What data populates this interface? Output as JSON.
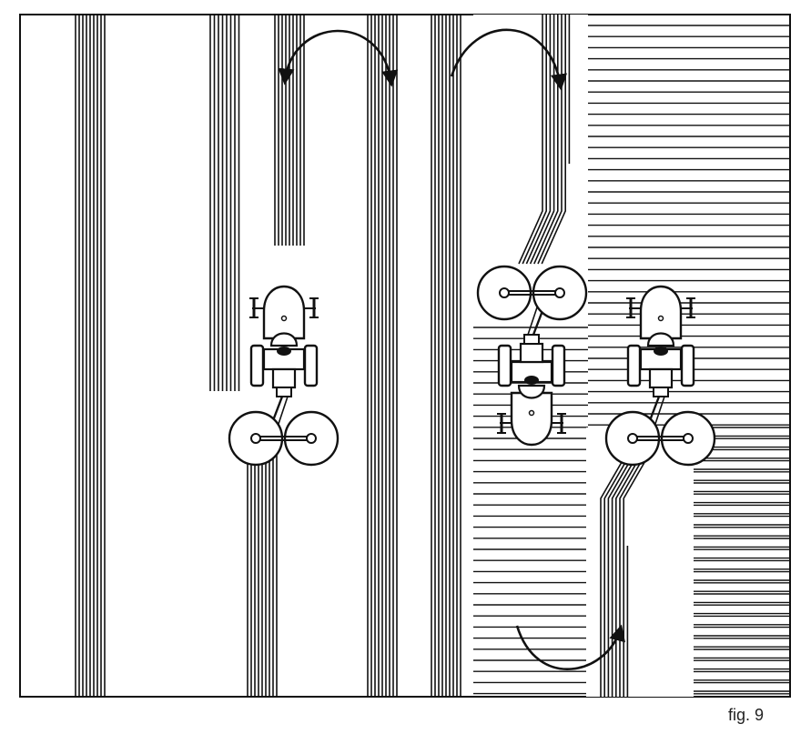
{
  "caption": "fig. 9",
  "colors": {
    "ink": "#111111",
    "paper": "#ffffff"
  },
  "illustration": {
    "tractors": [
      {
        "id": "tractor-left",
        "direction": "north",
        "implement": "twin-disc"
      },
      {
        "id": "tractor-center",
        "direction": "south",
        "implement": "twin-disc"
      },
      {
        "id": "tractor-right",
        "direction": "north",
        "implement": "twin-disc"
      }
    ],
    "turn_arrows": [
      {
        "id": "turn-arrow-left-top",
        "icon": "u-turn-arrow-icon"
      },
      {
        "id": "turn-arrow-right-top",
        "icon": "u-turn-arrow-icon"
      },
      {
        "id": "turn-arrow-bottom",
        "icon": "u-turn-arrow-icon"
      }
    ]
  }
}
